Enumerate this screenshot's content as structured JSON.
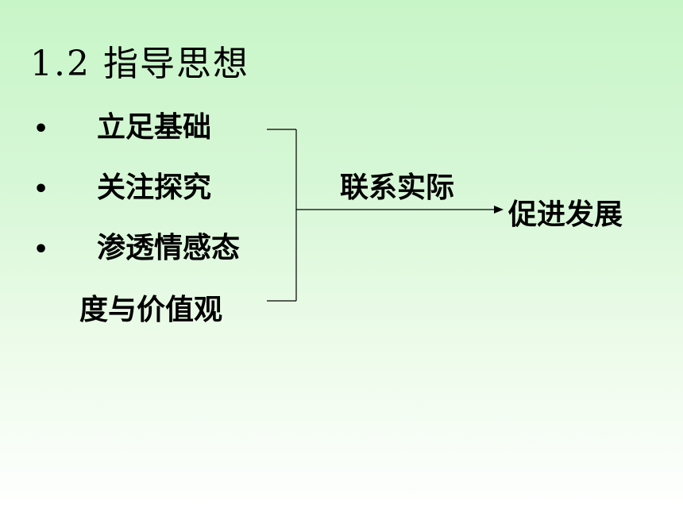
{
  "slide": {
    "title": "1.2 指导思想",
    "bullets": [
      {
        "marker": "•",
        "text": "立足基础"
      },
      {
        "marker": "•",
        "text": "关注探究"
      },
      {
        "marker": "•",
        "text": "渗透情感态"
      }
    ],
    "continuation": "度与价值观",
    "connector_label": "联系实际",
    "result": "促进发展"
  }
}
